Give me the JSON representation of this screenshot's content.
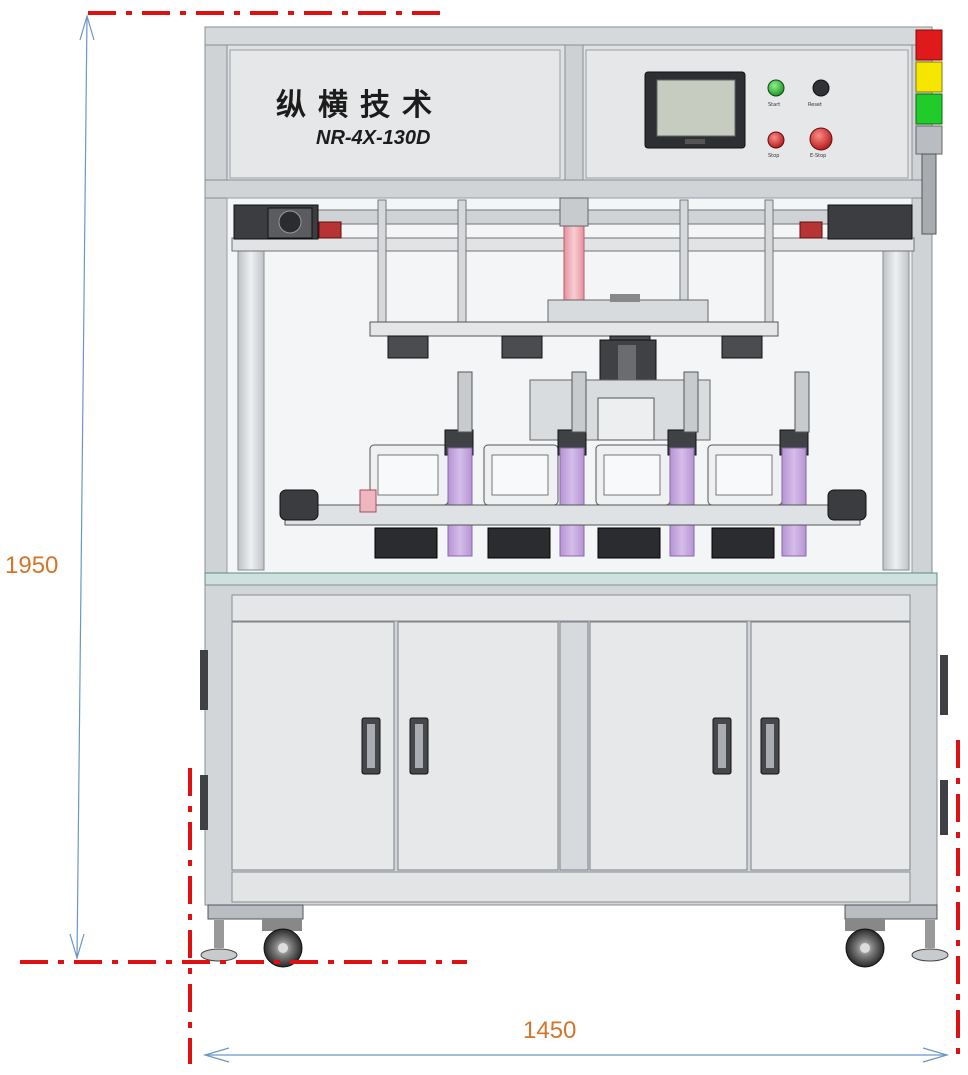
{
  "dimensions": {
    "height_label": "1950",
    "width_label": "1450"
  },
  "panel": {
    "brand_cn": "纵横技术",
    "model": "NR-4X-130D",
    "button_labels": [
      "Start",
      "Reset",
      "Stop",
      "E-Stop"
    ]
  },
  "colors": {
    "dimension_text": "#d4752a",
    "dimension_line": "#6a96c8",
    "centerline": "#e01010",
    "frame": "#c9cdd1",
    "panel": "#e6e7e9",
    "glass": "#f4f5f6",
    "pink_cylinder": "#f2b6be",
    "lilac_plate": "#c5a8df",
    "tower_red": "#e01a1a",
    "tower_yellow": "#f5e500",
    "tower_green": "#1fcc2a",
    "button_green": "#27b52e",
    "button_red": "#d32626"
  }
}
